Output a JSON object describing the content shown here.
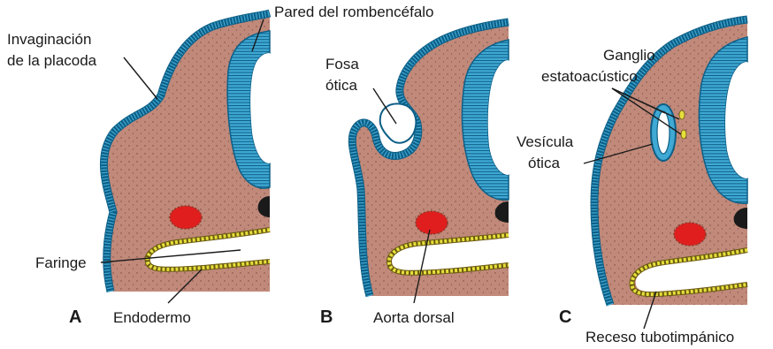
{
  "panels": [
    "A",
    "B",
    "C"
  ],
  "labels": {
    "invaginacion_line1": "Invaginación",
    "invaginacion_line2": "de la placoda",
    "pared": "Pared del rombencéfalo",
    "fosa_line1": "Fosa",
    "fosa_line2": "ótica",
    "ganglio_line1": "Ganglio",
    "ganglio_line2": "estatoacústico",
    "vesicula_line1": "Vesícula",
    "vesicula_line2": "ótica",
    "faringe": "Faringe",
    "endodermo": "Endodermo",
    "aorta": "Aorta dorsal",
    "receso": "Receso tubotimpánico"
  },
  "colors": {
    "mesenchyme": "#c0897a",
    "ectoderm": "#3fa9d4",
    "ectoderm_dark": "#0e5f86",
    "endoderm": "#e6df3c",
    "aorta": "#e01e1e",
    "notochord": "#1a1a1a",
    "background": "#ffffff"
  }
}
